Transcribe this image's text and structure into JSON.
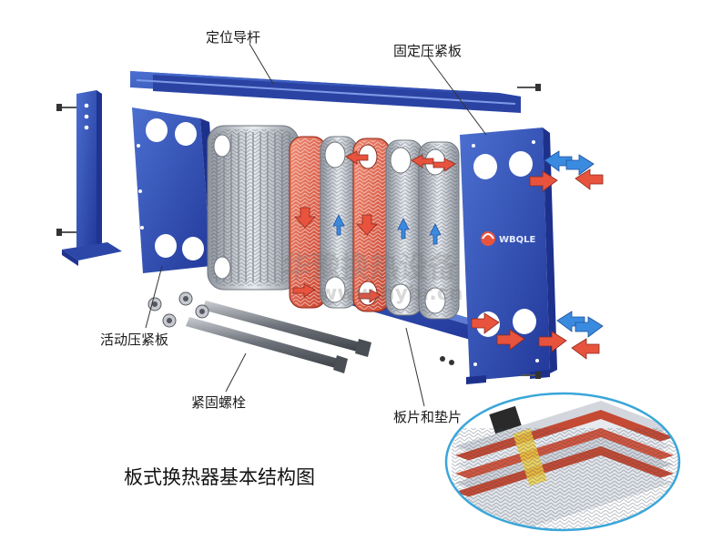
{
  "labels": {
    "guide_bar": "定位导杆",
    "fixed_frame": "固定压紧板",
    "movable_frame": "活动压紧板",
    "tie_bolts": "紧固螺栓",
    "plates_gaskets": "板片和垫片"
  },
  "caption": "板式换热器基本结构图",
  "logo_text": "WBQLE",
  "watermark": {
    "line1": "华豫换热设备",
    "line2": "www.hybr.cn"
  },
  "colors": {
    "frame_blue": "#2f4fb0",
    "hot_red": "#e8533e",
    "cold_blue": "#3a8be0",
    "plate_grey": "#b9bec6",
    "callout_ring": "#3aa6d9"
  }
}
